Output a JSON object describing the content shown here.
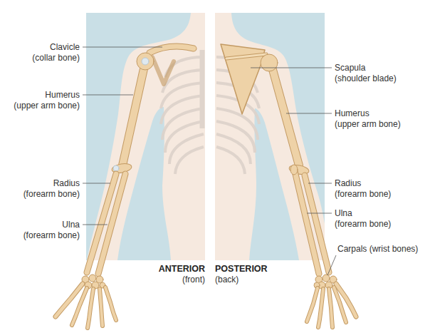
{
  "diagram": {
    "labels": [
      "Clavicle (collar bone)",
      "Humerus (upper arm bone)",
      "Radius (forearm bone)",
      "Ulna (forearm bone)",
      "ANTERIOR (front)",
      "POSTERIOR (back)",
      "Scapula (shoulder blade)",
      "Humerus (upper arm bone)",
      "Radius (forearm bone)",
      "Ulna (forearm bone)",
      "Carpals (wrist bones)"
    ]
  }
}
